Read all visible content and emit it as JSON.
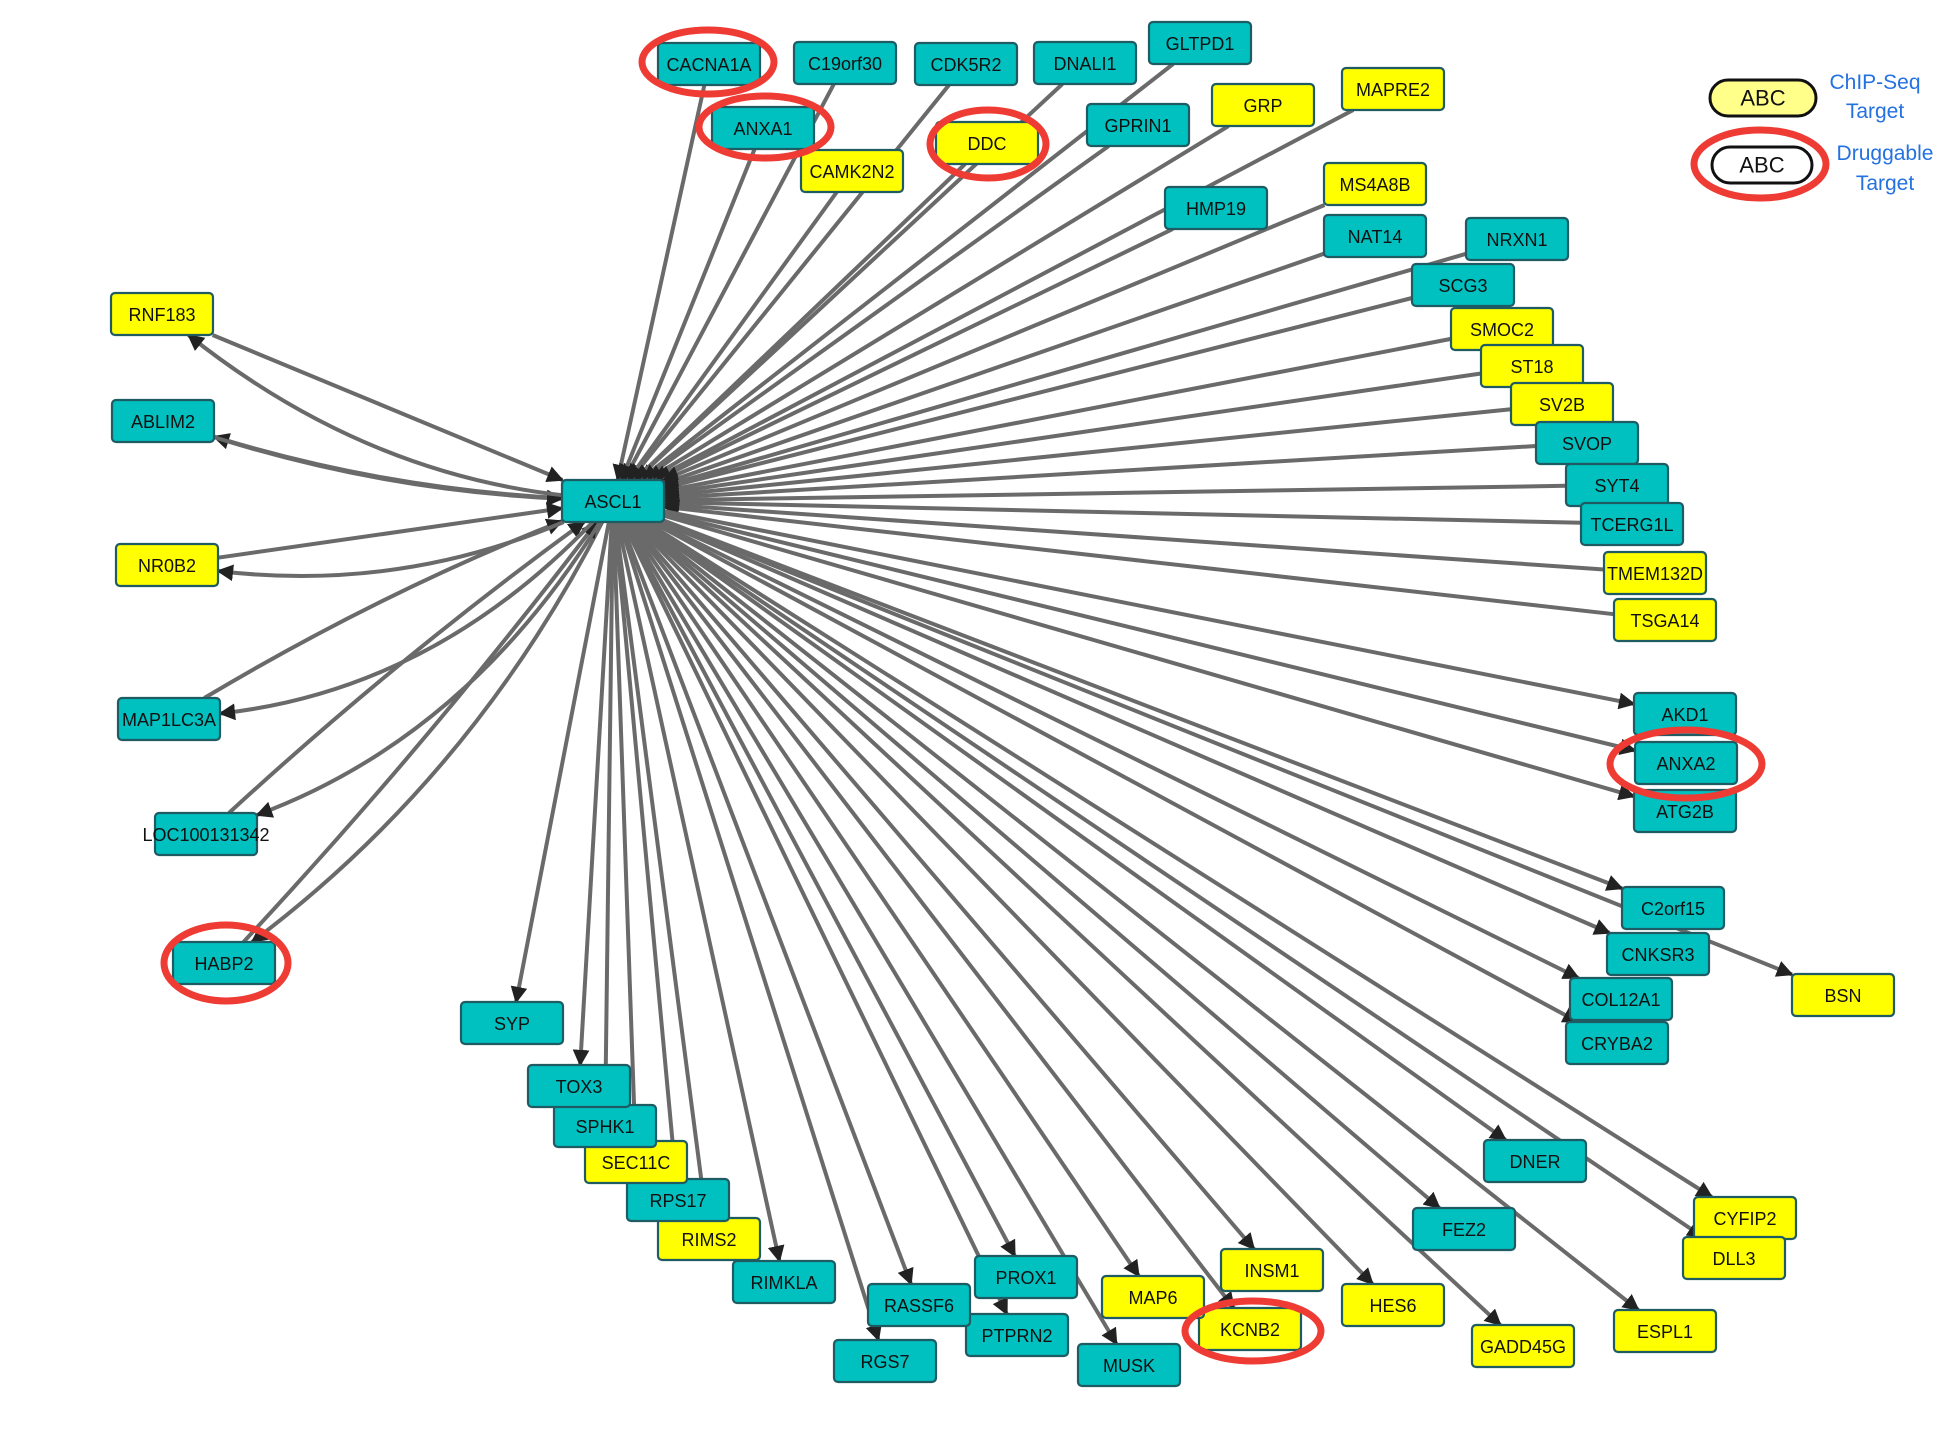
{
  "colors": {
    "chipseq": "#ffff00",
    "nonchip": "#00c0c0",
    "edge": "#6a6a6a",
    "druggable_ring": "#ee3b34",
    "legend_text": "#2471e0"
  },
  "hub": {
    "label": "ASCL1",
    "type": "nonchip"
  },
  "legend": {
    "abc": "ABC",
    "chipseq_line1": "ChIP-Seq",
    "chipseq_line2": "Target",
    "druggable_line1": "Druggable",
    "druggable_line2": "Target"
  },
  "nodes": [
    {
      "id": "CACNA1A",
      "label": "CACNA1A",
      "type": "nonchip",
      "druggable": true
    },
    {
      "id": "C19orf30",
      "label": "C19orf30",
      "type": "nonchip"
    },
    {
      "id": "CDK5R2",
      "label": "CDK5R2",
      "type": "nonchip"
    },
    {
      "id": "DNALI1",
      "label": "DNALI1",
      "type": "nonchip"
    },
    {
      "id": "GLTPD1",
      "label": "GLTPD1",
      "type": "nonchip"
    },
    {
      "id": "ANXA1",
      "label": "ANXA1",
      "type": "nonchip",
      "druggable": true
    },
    {
      "id": "DDC",
      "label": "DDC",
      "type": "chipseq",
      "druggable": true
    },
    {
      "id": "CAMK2N2",
      "label": "CAMK2N2",
      "type": "chipseq"
    },
    {
      "id": "GPRIN1",
      "label": "GPRIN1",
      "type": "nonchip"
    },
    {
      "id": "GRP",
      "label": "GRP",
      "type": "chipseq"
    },
    {
      "id": "MAPRE2",
      "label": "MAPRE2",
      "type": "chipseq"
    },
    {
      "id": "HMP19",
      "label": "HMP19",
      "type": "nonchip"
    },
    {
      "id": "MS4A8B",
      "label": "MS4A8B",
      "type": "chipseq"
    },
    {
      "id": "NAT14",
      "label": "NAT14",
      "type": "nonchip"
    },
    {
      "id": "NRXN1",
      "label": "NRXN1",
      "type": "nonchip"
    },
    {
      "id": "SCG3",
      "label": "SCG3",
      "type": "nonchip"
    },
    {
      "id": "SMOC2",
      "label": "SMOC2",
      "type": "chipseq"
    },
    {
      "id": "ST18",
      "label": "ST18",
      "type": "chipseq"
    },
    {
      "id": "SV2B",
      "label": "SV2B",
      "type": "chipseq"
    },
    {
      "id": "SVOP",
      "label": "SVOP",
      "type": "nonchip"
    },
    {
      "id": "SYT4",
      "label": "SYT4",
      "type": "nonchip"
    },
    {
      "id": "TCERG1L",
      "label": "TCERG1L",
      "type": "nonchip"
    },
    {
      "id": "TMEM132D",
      "label": "TMEM132D",
      "type": "chipseq"
    },
    {
      "id": "TSGA14",
      "label": "TSGA14",
      "type": "chipseq"
    },
    {
      "id": "AKD1",
      "label": "AKD1",
      "type": "nonchip"
    },
    {
      "id": "ANXA2",
      "label": "ANXA2",
      "type": "nonchip",
      "druggable": true
    },
    {
      "id": "ATG2B",
      "label": "ATG2B",
      "type": "nonchip"
    },
    {
      "id": "C2orf15",
      "label": "C2orf15",
      "type": "nonchip"
    },
    {
      "id": "CNKSR3",
      "label": "CNKSR3",
      "type": "nonchip"
    },
    {
      "id": "COL12A1",
      "label": "COL12A1",
      "type": "nonchip"
    },
    {
      "id": "CRYBA2",
      "label": "CRYBA2",
      "type": "nonchip"
    },
    {
      "id": "BSN",
      "label": "BSN",
      "type": "chipseq"
    },
    {
      "id": "DNER",
      "label": "DNER",
      "type": "nonchip"
    },
    {
      "id": "CYFIP2",
      "label": "CYFIP2",
      "type": "chipseq"
    },
    {
      "id": "DLL3",
      "label": "DLL3",
      "type": "chipseq"
    },
    {
      "id": "FEZ2",
      "label": "FEZ2",
      "type": "nonchip"
    },
    {
      "id": "ESPL1",
      "label": "ESPL1",
      "type": "chipseq"
    },
    {
      "id": "GADD45G",
      "label": "GADD45G",
      "type": "chipseq"
    },
    {
      "id": "HES6",
      "label": "HES6",
      "type": "chipseq"
    },
    {
      "id": "INSM1",
      "label": "INSM1",
      "type": "chipseq"
    },
    {
      "id": "KCNB2",
      "label": "KCNB2",
      "type": "chipseq",
      "druggable": true
    },
    {
      "id": "MAP6",
      "label": "MAP6",
      "type": "chipseq"
    },
    {
      "id": "MUSK",
      "label": "MUSK",
      "type": "nonchip"
    },
    {
      "id": "PROX1",
      "label": "PROX1",
      "type": "nonchip"
    },
    {
      "id": "PTPRN2",
      "label": "PTPRN2",
      "type": "nonchip"
    },
    {
      "id": "RASSF6",
      "label": "RASSF6",
      "type": "nonchip"
    },
    {
      "id": "RGS7",
      "label": "RGS7",
      "type": "nonchip"
    },
    {
      "id": "RIMKLA",
      "label": "RIMKLA",
      "type": "nonchip"
    },
    {
      "id": "RIMS2",
      "label": "RIMS2",
      "type": "chipseq"
    },
    {
      "id": "RPS17",
      "label": "RPS17",
      "type": "nonchip"
    },
    {
      "id": "SEC11C",
      "label": "SEC11C",
      "type": "chipseq"
    },
    {
      "id": "SPHK1",
      "label": "SPHK1",
      "type": "nonchip"
    },
    {
      "id": "TOX3",
      "label": "TOX3",
      "type": "nonchip"
    },
    {
      "id": "SYP",
      "label": "SYP",
      "type": "nonchip"
    },
    {
      "id": "HABP2",
      "label": "HABP2",
      "type": "nonchip",
      "druggable": true
    },
    {
      "id": "LOC100131342",
      "label": "LOC100131342",
      "type": "nonchip"
    },
    {
      "id": "MAP1LC3A",
      "label": "MAP1LC3A",
      "type": "nonchip"
    },
    {
      "id": "NR0B2",
      "label": "NR0B2",
      "type": "chipseq"
    },
    {
      "id": "ABLIM2",
      "label": "ABLIM2",
      "type": "nonchip"
    },
    {
      "id": "RNF183",
      "label": "RNF183",
      "type": "chipseq"
    }
  ],
  "edges": [
    {
      "from": "CACNA1A",
      "to": "ASCL1"
    },
    {
      "from": "C19orf30",
      "to": "ASCL1"
    },
    {
      "from": "CDK5R2",
      "to": "ASCL1"
    },
    {
      "from": "DNALI1",
      "to": "ASCL1"
    },
    {
      "from": "GLTPD1",
      "to": "ASCL1"
    },
    {
      "from": "ANXA1",
      "to": "ASCL1"
    },
    {
      "from": "DDC",
      "to": "ASCL1"
    },
    {
      "from": "CAMK2N2",
      "to": "ASCL1"
    },
    {
      "from": "GPRIN1",
      "to": "ASCL1"
    },
    {
      "from": "GRP",
      "to": "ASCL1"
    },
    {
      "from": "MAPRE2",
      "to": "ASCL1"
    },
    {
      "from": "HMP19",
      "to": "ASCL1"
    },
    {
      "from": "MS4A8B",
      "to": "ASCL1"
    },
    {
      "from": "NAT14",
      "to": "ASCL1"
    },
    {
      "from": "NRXN1",
      "to": "ASCL1"
    },
    {
      "from": "SCG3",
      "to": "ASCL1"
    },
    {
      "from": "SMOC2",
      "to": "ASCL1"
    },
    {
      "from": "ST18",
      "to": "ASCL1"
    },
    {
      "from": "SV2B",
      "to": "ASCL1"
    },
    {
      "from": "SVOP",
      "to": "ASCL1"
    },
    {
      "from": "SYT4",
      "to": "ASCL1"
    },
    {
      "from": "TCERG1L",
      "to": "ASCL1"
    },
    {
      "from": "TMEM132D",
      "to": "ASCL1"
    },
    {
      "from": "TSGA14",
      "to": "ASCL1"
    },
    {
      "from": "ASCL1",
      "to": "AKD1"
    },
    {
      "from": "ASCL1",
      "to": "ANXA2"
    },
    {
      "from": "ASCL1",
      "to": "ATG2B"
    },
    {
      "from": "ASCL1",
      "to": "C2orf15"
    },
    {
      "from": "ASCL1",
      "to": "CNKSR3"
    },
    {
      "from": "ASCL1",
      "to": "COL12A1"
    },
    {
      "from": "ASCL1",
      "to": "CRYBA2"
    },
    {
      "from": "ASCL1",
      "to": "BSN"
    },
    {
      "from": "ASCL1",
      "to": "DNER"
    },
    {
      "from": "ASCL1",
      "to": "CYFIP2"
    },
    {
      "from": "ASCL1",
      "to": "DLL3"
    },
    {
      "from": "ASCL1",
      "to": "FEZ2"
    },
    {
      "from": "ASCL1",
      "to": "ESPL1"
    },
    {
      "from": "ASCL1",
      "to": "GADD45G"
    },
    {
      "from": "ASCL1",
      "to": "HES6"
    },
    {
      "from": "ASCL1",
      "to": "INSM1"
    },
    {
      "from": "ASCL1",
      "to": "KCNB2"
    },
    {
      "from": "ASCL1",
      "to": "MAP6"
    },
    {
      "from": "ASCL1",
      "to": "MUSK"
    },
    {
      "from": "ASCL1",
      "to": "PROX1"
    },
    {
      "from": "ASCL1",
      "to": "PTPRN2"
    },
    {
      "from": "ASCL1",
      "to": "RASSF6"
    },
    {
      "from": "ASCL1",
      "to": "RGS7"
    },
    {
      "from": "ASCL1",
      "to": "RIMKLA"
    },
    {
      "from": "ASCL1",
      "to": "RIMS2"
    },
    {
      "from": "ASCL1",
      "to": "RPS17"
    },
    {
      "from": "ASCL1",
      "to": "SEC11C"
    },
    {
      "from": "ASCL1",
      "to": "SPHK1"
    },
    {
      "from": "ASCL1",
      "to": "TOX3"
    },
    {
      "from": "ASCL1",
      "to": "SYP"
    },
    {
      "from": "ASCL1",
      "to": "HABP2"
    },
    {
      "from": "HABP2",
      "to": "ASCL1"
    },
    {
      "from": "ASCL1",
      "to": "LOC100131342"
    },
    {
      "from": "LOC100131342",
      "to": "ASCL1"
    },
    {
      "from": "ASCL1",
      "to": "MAP1LC3A"
    },
    {
      "from": "MAP1LC3A",
      "to": "ASCL1"
    },
    {
      "from": "ASCL1",
      "to": "NR0B2"
    },
    {
      "from": "NR0B2",
      "to": "ASCL1"
    },
    {
      "from": "ASCL1",
      "to": "ABLIM2"
    },
    {
      "from": "ABLIM2",
      "to": "ASCL1"
    },
    {
      "from": "ASCL1",
      "to": "RNF183"
    },
    {
      "from": "RNF183",
      "to": "ASCL1"
    }
  ]
}
